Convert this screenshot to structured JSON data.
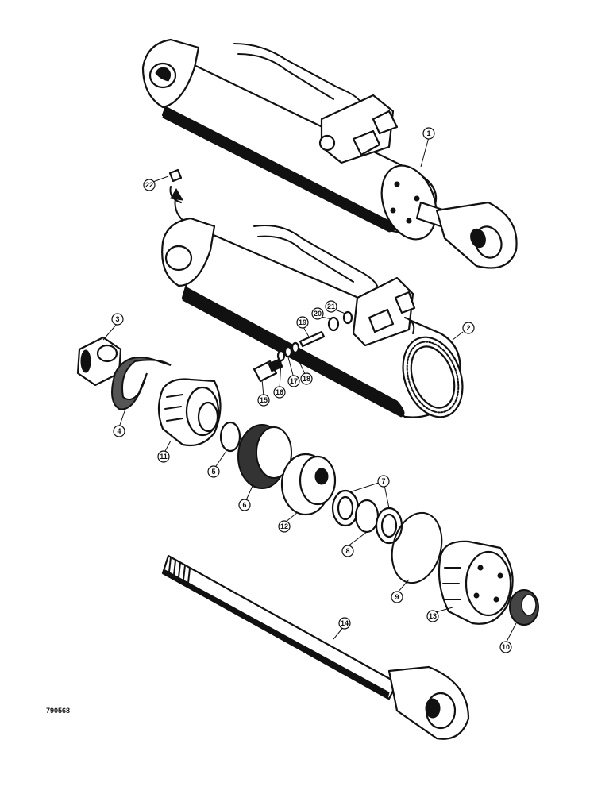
{
  "figure_id": "790568",
  "callouts": {
    "c1": "1",
    "c2": "2",
    "c3": "3",
    "c4": "4",
    "c5": "5",
    "c6": "6",
    "c7": "7",
    "c8": "8",
    "c9": "9",
    "c10": "10",
    "c11": "11",
    "c12": "12",
    "c13": "13",
    "c14": "14",
    "c15": "15",
    "c16": "16",
    "c17": "17",
    "c18": "18",
    "c19": "19",
    "c20": "20",
    "c21": "21",
    "c22": "22"
  }
}
